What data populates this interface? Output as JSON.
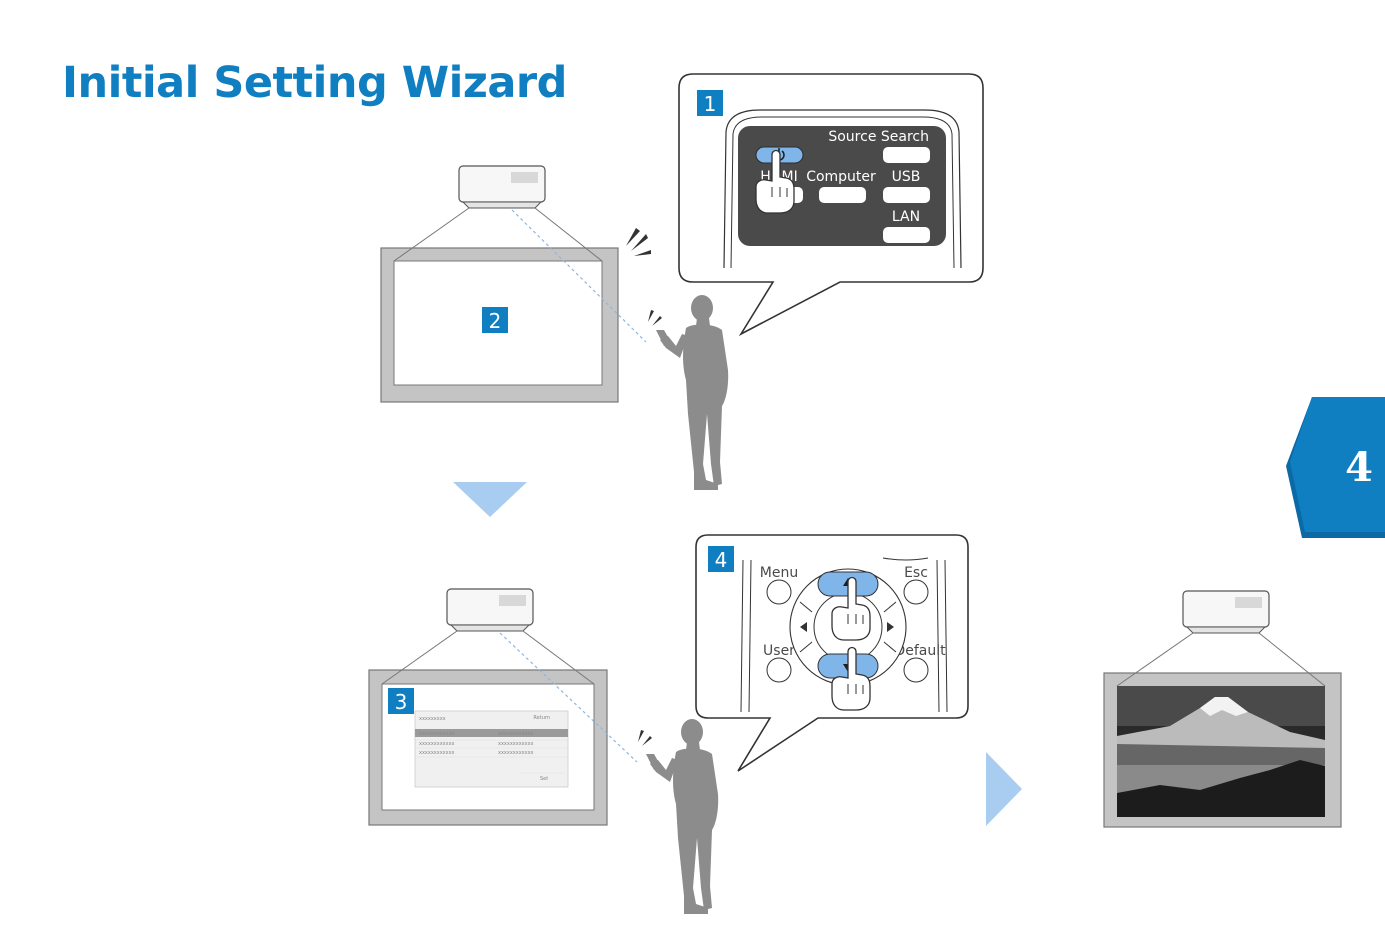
{
  "title": "Initial Setting Wizard",
  "chapter_tab": {
    "number": "4",
    "color": "#0f7fc2"
  },
  "colors": {
    "accent": "#0f7fc2",
    "highlight_button": "#7fb5e8",
    "flow_arrow": "#a9cdf0",
    "figure": "#8c8c8c"
  },
  "steps": [
    {
      "number": "1"
    },
    {
      "number": "2"
    },
    {
      "number": "3"
    },
    {
      "number": "4"
    }
  ],
  "remote_top": {
    "labels": {
      "source_search": "Source Search",
      "hdmi": "HDMI",
      "computer": "Computer",
      "usb": "USB",
      "lan": "LAN"
    },
    "power_icon": "power-icon"
  },
  "remote_nav": {
    "labels": {
      "menu": "Menu",
      "esc": "Esc",
      "user": "User",
      "default": "Default"
    },
    "up_icon": "arrow-up-icon",
    "down_icon": "arrow-down-icon",
    "left_icon": "arrow-left-icon",
    "right_icon": "arrow-right-icon"
  },
  "menu_screen": {
    "header_left": "xxxxxxxxx",
    "header_right": "Return",
    "rows": [
      [
        "xxxxxxxxxxxx",
        "xxxxxxxxxxxx"
      ],
      [
        "xxxxxxxxxxxx",
        "xxxxxxxxxxxx"
      ],
      [
        "xxxxxxxxxxxx",
        "xxxxxxxxxxxx"
      ]
    ],
    "footer": "Set"
  }
}
